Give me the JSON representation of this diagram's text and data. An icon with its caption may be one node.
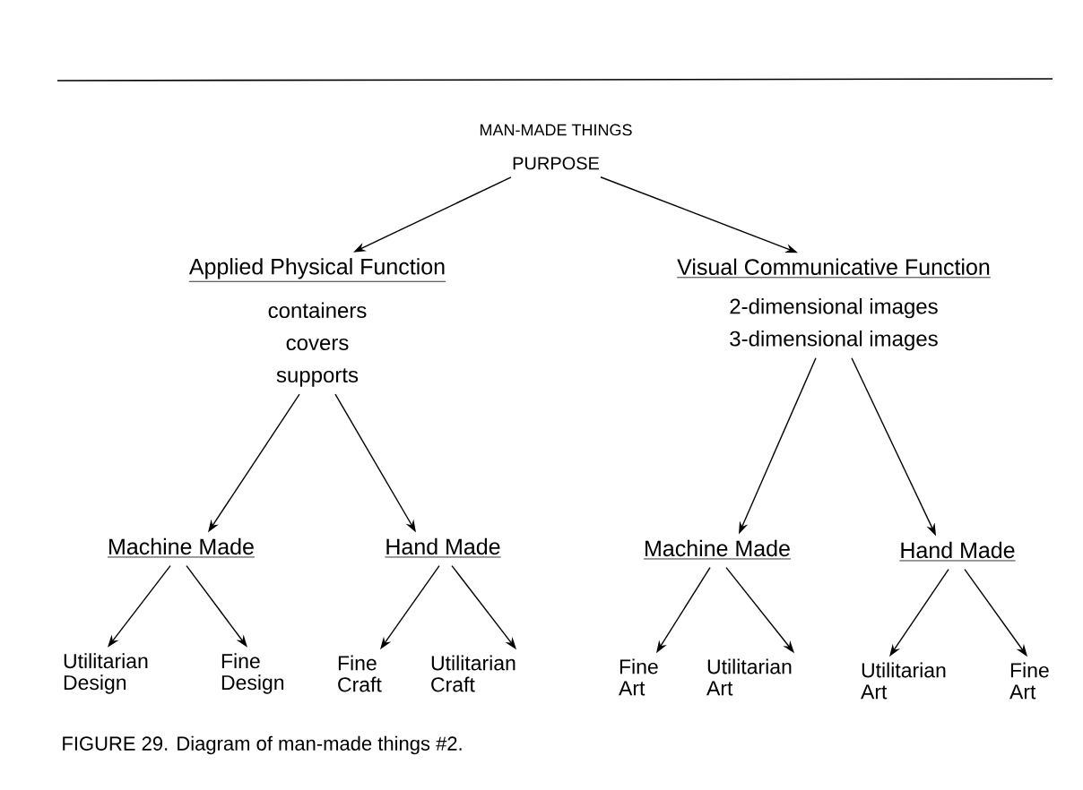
{
  "diagram": {
    "caption": "FIGURE 29. Diagram of man-made things #2.",
    "nodes": [
      {
        "text": [
          "MAN-MADE THINGS",
          "PURPOSE"
        ]
      },
      {
        "text": [
          "Applied Physical Function",
          "containers covers supports"
        ]
      },
      {
        "text": [
          "Visual Communicative Function",
          "2-dimensional images 3-dimensional images"
        ]
      },
      {
        "text": [
          "Machine Made"
        ]
      },
      {
        "text": [
          "Hand Made"
        ]
      },
      {
        "text": [
          "Machine Made"
        ]
      },
      {
        "text": [
          "Hand Made"
        ]
      },
      {
        "text": [
          "Utilitarian Design"
        ]
      },
      {
        "text": [
          "Fine Design"
        ]
      },
      {
        "text": [
          "Fine Craft"
        ]
      },
      {
        "text": [
          "Utilitarian Craft"
        ]
      },
      {
        "text": [
          "Fine Art"
        ]
      },
      {
        "text": [
          "Utilitarian Art"
        ]
      },
      {
        "text": [
          "Utilitarian Art"
        ]
      },
      {
        "text": [
          "Fine Art"
        ]
      }
    ],
    "edges": [
      {
        "from": 0,
        "to": 1,
        "arrow": "to"
      },
      {
        "from": 0,
        "to": 2,
        "arrow": "to"
      },
      {
        "from": 1,
        "to": 3,
        "arrow": "to"
      },
      {
        "from": 1,
        "to": 4,
        "arrow": "to"
      },
      {
        "from": 2,
        "to": 5,
        "arrow": "to"
      },
      {
        "from": 2,
        "to": 6,
        "arrow": "to"
      },
      {
        "from": 3,
        "to": 7,
        "arrow": "to"
      },
      {
        "from": 3,
        "to": 8,
        "arrow": "to"
      },
      {
        "from": 4,
        "to": 9,
        "arrow": "to"
      },
      {
        "from": 4,
        "to": 10,
        "arrow": "to"
      },
      {
        "from": 5,
        "to": 11,
        "arrow": "to"
      },
      {
        "from": 5,
        "to": 12,
        "arrow": "to"
      },
      {
        "from": 6,
        "to": 13,
        "arrow": "to"
      },
      {
        "from": 6,
        "to": 14,
        "arrow": "to"
      }
    ]
  }
}
